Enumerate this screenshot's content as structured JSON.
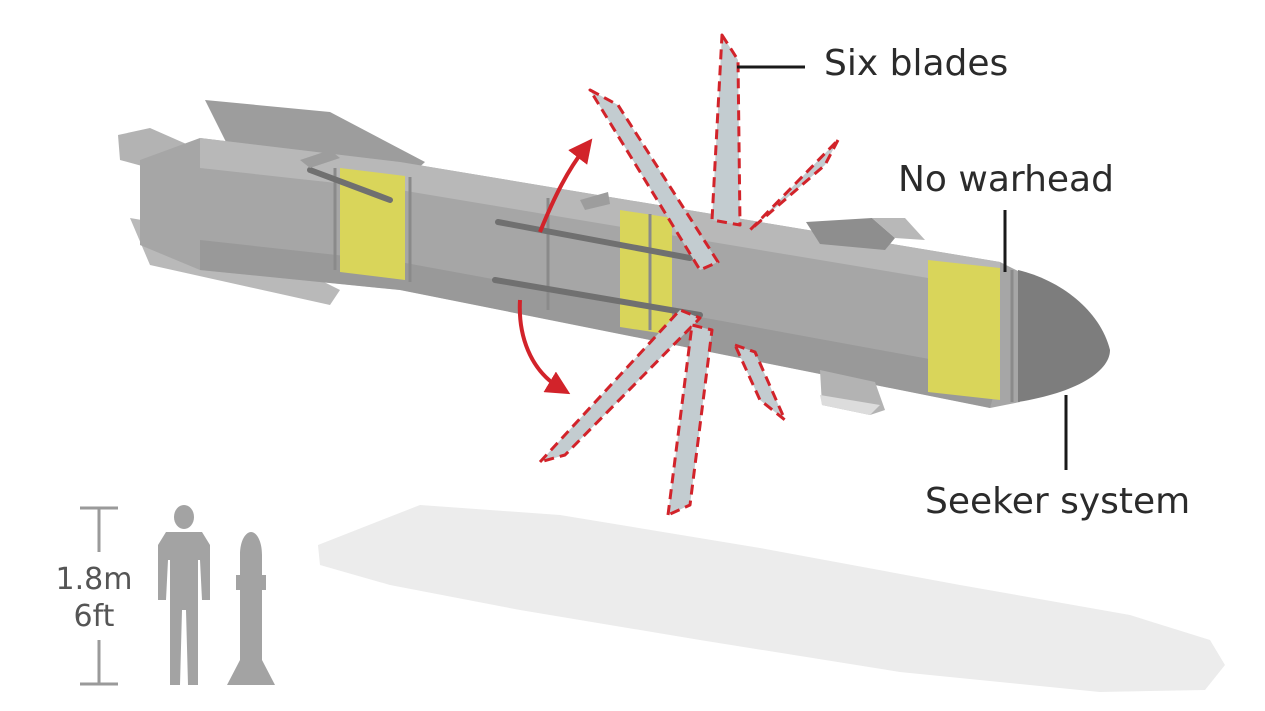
{
  "labels": {
    "blades": "Six blades",
    "warhead": "No warhead",
    "seeker": "Seeker system"
  },
  "scale": {
    "metric": "1.8m",
    "imperial": "6ft"
  },
  "colors": {
    "body": "#a6a6a6",
    "body_dark": "#8e8e8e",
    "band": "#d9d55a",
    "blade": "#c3ccd0",
    "blade_outline": "#d2232a",
    "arrow": "#d2232a",
    "shadow": "#ececec",
    "silhouette": "#a3a3a3",
    "leader": "#1a1a1a"
  },
  "icons": [
    "rotation-arrow-icon",
    "person-silhouette-icon",
    "missile-silhouette-icon"
  ]
}
